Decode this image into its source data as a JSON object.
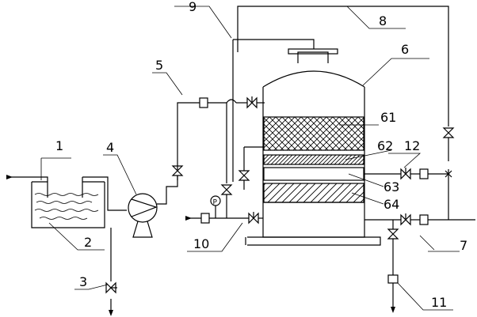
{
  "labels": {
    "l1": "1",
    "l2": "2",
    "l3": "3",
    "l4": "4",
    "l5": "5",
    "l6": "6",
    "l7": "7",
    "l8": "8",
    "l9": "9",
    "l10": "10",
    "l11": "11",
    "l12": "12",
    "l61": "61",
    "l62": "62",
    "l63": "63",
    "l64": "64"
  },
  "gauge": {
    "symbol": "P"
  }
}
